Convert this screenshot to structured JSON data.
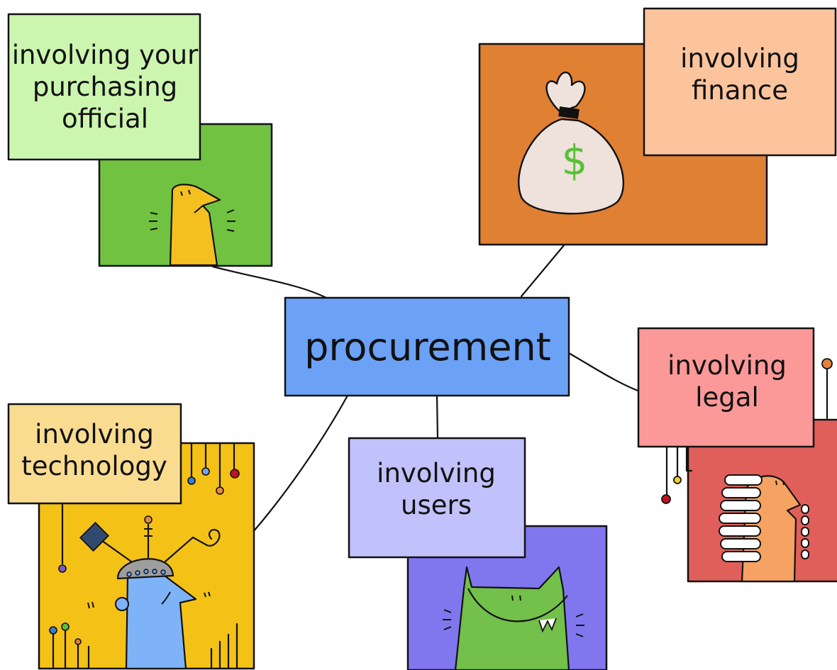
{
  "colors": {
    "center": "#6ca2f6",
    "purchasing_label": "#ccf6b0",
    "purchasing_scene": "#72c241",
    "finance_label": "#fbc49d",
    "finance_scene": "#e08033",
    "legal_label": "#fb9898",
    "legal_scene": "#e05f5a",
    "technology_label": "#f9dc90",
    "technology_scene": "#f4c117",
    "users_label": "#c1c1fb",
    "users_scene": "#8077ef"
  },
  "diagram": {
    "center": {
      "label": "procurement"
    },
    "nodes": [
      {
        "id": "purchasing",
        "lines": [
          "involving your",
          "purchasing",
          "official"
        ],
        "icon": "person-icon"
      },
      {
        "id": "finance",
        "lines": [
          "involving",
          "finance"
        ],
        "icon": "money-bag-icon"
      },
      {
        "id": "legal",
        "lines": [
          "involving",
          "legal"
        ],
        "icon": "judge-wig-icon"
      },
      {
        "id": "technology",
        "lines": [
          "involving",
          "technology"
        ],
        "icon": "robot-helmet-icon"
      },
      {
        "id": "users",
        "lines": [
          "involving",
          "users"
        ],
        "icon": "monster-icon"
      }
    ]
  },
  "icons": {
    "finance_symbol": "$"
  }
}
